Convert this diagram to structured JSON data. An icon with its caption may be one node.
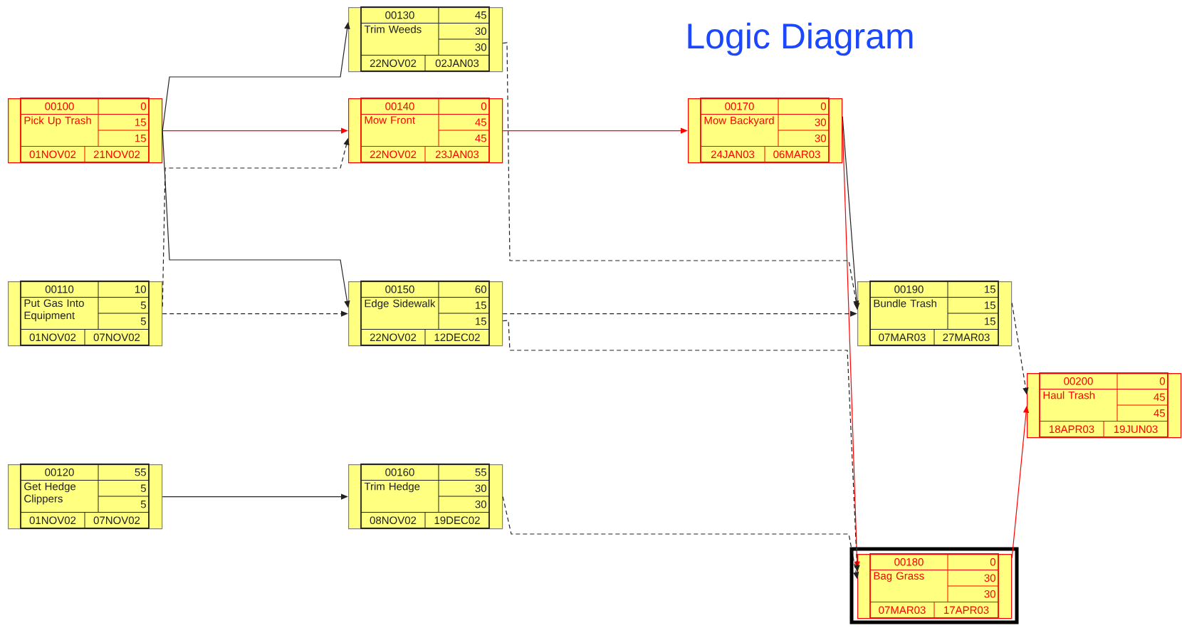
{
  "diagram": {
    "title": "Logic Diagram",
    "nodes": [
      {
        "text": [
          "00100",
          "Pick Up Trash",
          "0",
          "15",
          "15",
          "01NOV02",
          "21NOV02"
        ]
      },
      {
        "text": [
          "00110",
          "Put Gas Into Equipment",
          "10",
          "5",
          "5",
          "01NOV02",
          "07NOV02"
        ]
      },
      {
        "text": [
          "00120",
          "Get Hedge Clippers",
          "55",
          "5",
          "5",
          "01NOV02",
          "07NOV02"
        ]
      },
      {
        "text": [
          "00130",
          "Trim Weeds",
          "45",
          "30",
          "30",
          "22NOV02",
          "02JAN03"
        ]
      },
      {
        "text": [
          "00140",
          "Mow Front",
          "0",
          "45",
          "45",
          "22NOV02",
          "23JAN03"
        ]
      },
      {
        "text": [
          "00150",
          "Edge Sidewalk",
          "60",
          "15",
          "15",
          "22NOV02",
          "12DEC02"
        ]
      },
      {
        "text": [
          "00160",
          "Trim Hedge",
          "55",
          "30",
          "30",
          "08NOV02",
          "19DEC02"
        ]
      },
      {
        "text": [
          "00170",
          "Mow Backyard",
          "0",
          "30",
          "30",
          "24JAN03",
          "06MAR03"
        ]
      },
      {
        "text": [
          "00190",
          "Bundle Trash",
          "15",
          "15",
          "15",
          "07MAR03",
          "27MAR03"
        ]
      },
      {
        "text": [
          "00200",
          "Haul Trash",
          "0",
          "45",
          "45",
          "18APR03",
          "19JUN03"
        ]
      },
      {
        "text": [
          "00180",
          "Bag Grass",
          "0",
          "30",
          "30",
          "07MAR03",
          "17APR03"
        ]
      }
    ],
    "edges": [
      {
        "from": 0,
        "to": 3,
        "arrow": "to"
      },
      {
        "from": 0,
        "to": 4,
        "arrow": "to",
        "color": "#ff0000"
      },
      {
        "from": 0,
        "to": 5,
        "arrow": "to"
      },
      {
        "from": 1,
        "to": 4,
        "arrow": "to",
        "style": "dashed"
      },
      {
        "from": 1,
        "to": 5,
        "arrow": "to",
        "style": "dashed"
      },
      {
        "from": 2,
        "to": 6,
        "arrow": "to"
      },
      {
        "from": 4,
        "to": 7,
        "arrow": "to",
        "color": "#ff0000"
      },
      {
        "from": 7,
        "to": 8,
        "arrow": "to"
      },
      {
        "from": 7,
        "to": 10,
        "arrow": "to",
        "color": "#ff0000"
      },
      {
        "from": 3,
        "to": 8,
        "arrow": "to",
        "style": "dashed"
      },
      {
        "from": 5,
        "to": 8,
        "arrow": "to",
        "style": "dashed"
      },
      {
        "from": 5,
        "to": 10,
        "arrow": "to",
        "style": "dashed"
      },
      {
        "from": 6,
        "to": 10,
        "arrow": "to",
        "style": "dashed"
      },
      {
        "from": 8,
        "to": 9,
        "arrow": "to",
        "style": "dashed"
      },
      {
        "from": 10,
        "to": 9,
        "arrow": "to",
        "color": "#ff0000"
      }
    ]
  }
}
